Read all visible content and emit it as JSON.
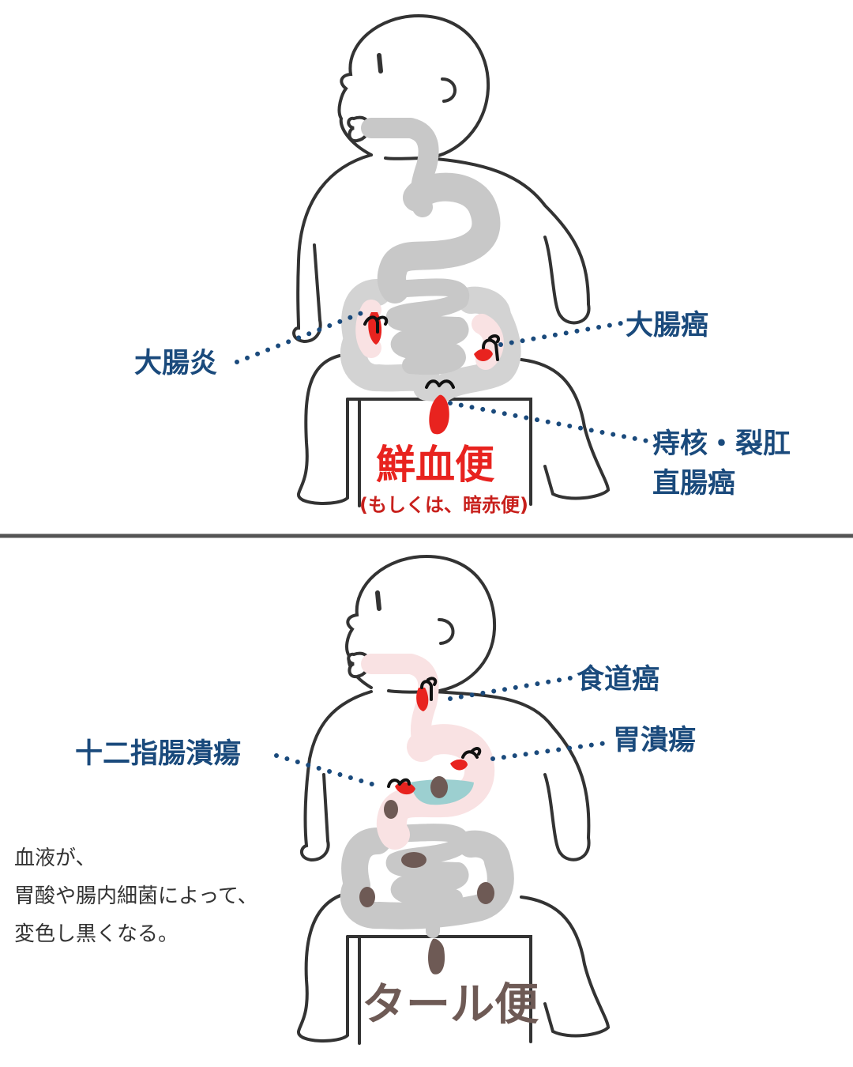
{
  "top_panel": {
    "label_colitis": "大腸炎",
    "label_colon_cancer": "大腸癌",
    "label_hemorrhoids_fissure": "痔核・裂肛",
    "label_rectal_cancer": "直腸癌",
    "title_fresh_blood": "鮮血便",
    "subtitle": "(もしくは、暗赤便)"
  },
  "bottom_panel": {
    "label_esophageal_cancer": "食道癌",
    "label_gastric_ulcer": "胃潰瘍",
    "label_duodenal_ulcer": "十二指腸潰瘍",
    "note_lines": [
      "血液が、",
      "胃酸や腸内細菌によって、",
      "変色し黒くなる。"
    ],
    "title_tarry_stool": "タール便"
  },
  "colors": {
    "label_blue": "#1a4a7c",
    "blood_red": "#e8231f",
    "tract_gray": "#c8c8c8",
    "inflamed_pink": "#f9e2e3",
    "stomach_acid": "#9ccfd0",
    "dark_stool": "#6e5a55",
    "outline": "#333333"
  }
}
